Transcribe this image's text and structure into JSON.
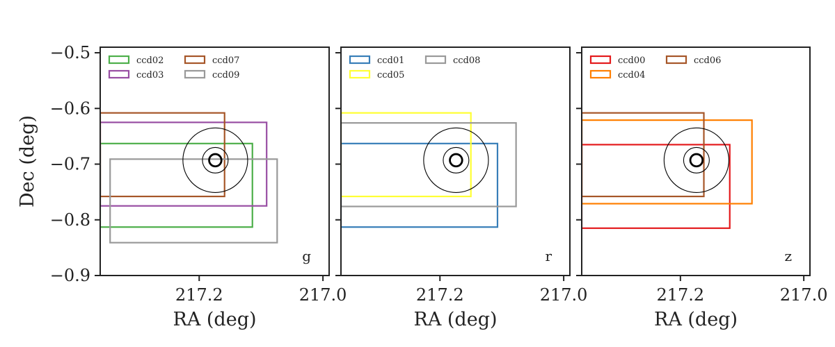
{
  "chart_data": [
    {
      "type": "rectangles",
      "band": "g",
      "xlabel": "RA (deg)",
      "ylabel": "Dec (deg)",
      "xlim": [
        217.36,
        216.99
      ],
      "ylim": [
        -0.9,
        -0.49
      ],
      "xticks": [
        217.2,
        217.0
      ],
      "xtick_labels": [
        "217.2",
        "217.0"
      ],
      "yticks": [
        -0.5,
        -0.6,
        -0.7,
        -0.8,
        -0.9
      ],
      "ytick_labels": [
        "−0.5",
        "−0.6",
        "−0.7",
        "−0.8",
        "−0.9"
      ],
      "legend_position": "top-left",
      "rects": [
        {
          "name": "ccd02",
          "color": "#4daf4a",
          "ra": [
            217.36,
            217.114
          ],
          "dec": [
            -0.813,
            -0.663
          ]
        },
        {
          "name": "ccd03",
          "color": "#984ea3",
          "ra": [
            217.36,
            217.091
          ],
          "dec": [
            -0.775,
            -0.625
          ]
        },
        {
          "name": "ccd07",
          "color": "#a65628",
          "ra": [
            217.36,
            217.159
          ],
          "dec": [
            -0.758,
            -0.608
          ]
        },
        {
          "name": "ccd09",
          "color": "#999999",
          "ra": [
            217.344,
            217.074
          ],
          "dec": [
            -0.841,
            -0.691
          ]
        }
      ],
      "target": {
        "ra": 217.174,
        "dec": -0.693,
        "radii": [
          0.058,
          0.023,
          0.011
        ]
      }
    },
    {
      "type": "rectangles",
      "band": "r",
      "xlabel": "RA (deg)",
      "ylabel": "",
      "xlim": [
        217.36,
        216.99
      ],
      "ylim": [
        -0.9,
        -0.49
      ],
      "xticks": [
        217.2,
        217.0
      ],
      "xtick_labels": [
        "217.2",
        "217.0"
      ],
      "yticks": [
        -0.5,
        -0.6,
        -0.7,
        -0.8,
        -0.9
      ],
      "ytick_labels": [],
      "legend_position": "top-left",
      "rects": [
        {
          "name": "ccd01",
          "color": "#377eb8",
          "ra": [
            217.36,
            217.107
          ],
          "dec": [
            -0.813,
            -0.663
          ]
        },
        {
          "name": "ccd05",
          "color": "#ffff33",
          "ra": [
            217.36,
            217.15
          ],
          "dec": [
            -0.758,
            -0.608
          ]
        },
        {
          "name": "ccd08",
          "color": "#999999",
          "ra": [
            217.36,
            217.077
          ],
          "dec": [
            -0.776,
            -0.626
          ]
        }
      ],
      "target": {
        "ra": 217.174,
        "dec": -0.693,
        "radii": [
          0.058,
          0.023,
          0.011
        ]
      }
    },
    {
      "type": "rectangles",
      "band": "z",
      "xlabel": "RA (deg)",
      "ylabel": "",
      "xlim": [
        217.36,
        216.99
      ],
      "ylim": [
        -0.9,
        -0.49
      ],
      "xticks": [
        217.2,
        217.0
      ],
      "xtick_labels": [
        "217.2",
        "217.0"
      ],
      "yticks": [
        -0.5,
        -0.6,
        -0.7,
        -0.8,
        -0.9
      ],
      "ytick_labels": [],
      "legend_position": "top-left",
      "rects": [
        {
          "name": "ccd00",
          "color": "#e41a1c",
          "ra": [
            217.36,
            217.12
          ],
          "dec": [
            -0.815,
            -0.665
          ]
        },
        {
          "name": "ccd04",
          "color": "#ff7f00",
          "ra": [
            217.36,
            217.084
          ],
          "dec": [
            -0.771,
            -0.621
          ]
        },
        {
          "name": "ccd06",
          "color": "#a65628",
          "ra": [
            217.36,
            217.162
          ],
          "dec": [
            -0.758,
            -0.608
          ]
        }
      ],
      "target": {
        "ra": 217.174,
        "dec": -0.693,
        "radii": [
          0.058,
          0.023,
          0.011
        ]
      }
    }
  ]
}
